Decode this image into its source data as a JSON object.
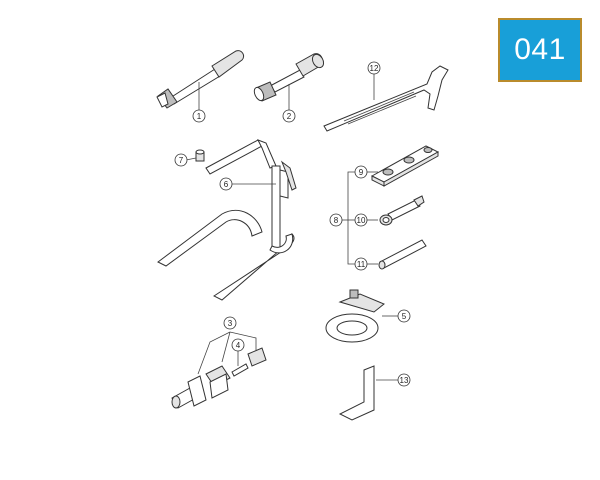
{
  "badge": {
    "code": "041"
  },
  "callouts": {
    "c1": "1",
    "c2": "2",
    "c3": "3",
    "c4": "4",
    "c5": "5",
    "c6": "6",
    "c7": "7",
    "c8": "8",
    "c9": "9",
    "c10": "10",
    "c11": "11",
    "c12": "12",
    "c13": "13"
  },
  "colors": {
    "badge_bg": "#189fd8",
    "badge_border": "#b98b2c",
    "line": "#333333"
  }
}
